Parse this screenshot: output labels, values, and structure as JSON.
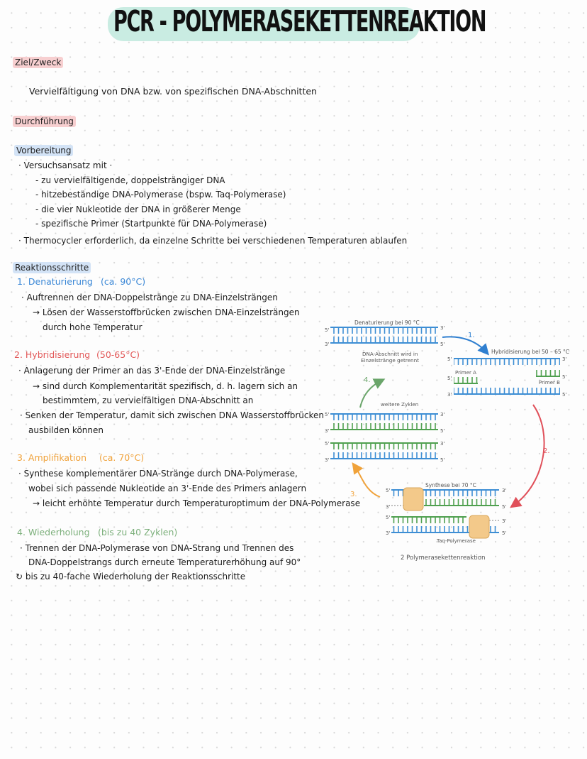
{
  "title": "PCR - POLYMERASEKETTENREAKTION",
  "ziel": {
    "header": "Ziel/Zweck",
    "text": "Vervielfältigung von DNA bzw. von spezifischen DNA-Abschnitten"
  },
  "durchfuehrung": {
    "header": "Durchführung"
  },
  "vorbereitung": {
    "header": "Vorbereitung",
    "item1": "· Versuchsansatz mit ·",
    "sub": [
      "- zu vervielfältigende, doppelsträngiger DNA",
      "- hitzebeständige DNA-Polymerase (bspw. Taq-Polymerase)",
      "- die vier Nukleotide der DNA in größerer Menge",
      "- spezifische Primer (Startpunkte für DNA-Polymerase)"
    ],
    "item2": "· Thermocycler erforderlich, da einzelne Schritte bei verschiedenen Temperaturen ablaufen"
  },
  "reaktion": {
    "header": "Reaktionsschritte",
    "steps": [
      {
        "title": "1. Denaturierung",
        "temp": "(ca. 90°C)",
        "lines": [
          "· Auftrennen der DNA-Doppelstränge zu DNA-Einzelsträngen",
          "→ Lösen der Wasserstoffbrücken zwischen DNA-Einzelsträngen",
          "durch hohe Temperatur"
        ]
      },
      {
        "title": "2. Hybridisierung",
        "temp": "(50-65°C)",
        "lines": [
          "· Anlagerung der Primer an das 3'-Ende der DNA-Einzelstränge",
          "→ sind durch Komplementarität spezifisch, d. h. lagern sich an",
          "bestimmtem, zu vervielfältigen DNA-Abschnitt an",
          "· Senken der Temperatur, damit sich zwischen DNA Wasserstoffbrücken",
          "ausbilden können"
        ]
      },
      {
        "title": "3. Amplifikation",
        "temp": "(ca. 70°C)",
        "lines": [
          "· Synthese komplementärer DNA-Stränge durch DNA-Polymerase,",
          "wobei sich passende Nukleotide an 3'-Ende des Primers anlagern",
          "→ leicht erhöhte Temperatur durch Temperaturoptimum der DNA-Polymerase"
        ]
      },
      {
        "title": "4. Wiederholung",
        "temp": "(bis zu 40 Zyklen)",
        "lines": [
          "· Trennen der DNA-Polymerase von DNA-Strang und Trennen des",
          "DNA-Doppelstrangs durch erneute Temperaturerhöhung auf 90°",
          "↻ bis zu 40-fache Wiederholung der Reaktionsschritte"
        ]
      }
    ]
  },
  "diagram": {
    "denat_label": "Denaturierung bei 90 °C",
    "hybrid_label": "Hybridisierung bei 50 – 65 °C",
    "getrennt_label_1": "DNA-Abschnitt wird in",
    "getrennt_label_2": "Einzelstränge getrennt",
    "primer_a": "Primer A",
    "primer_b": "Primer B",
    "weitere": "weitere Zyklen",
    "synthese_label": "Synthese bei 70 °C",
    "taq_label": "Taq-Polymerase",
    "caption": "2   Polymerasekettenreaktion",
    "five": "5'",
    "three": "3'",
    "step1": "1.",
    "step2": "2.",
    "step3": "3.",
    "step4": "4.",
    "colors": {
      "strand_blue": "#3d8ed4",
      "strand_green": "#4fa04f",
      "arrow_blue": "#2f7fd0",
      "arrow_red": "#e0505a",
      "arrow_orange": "#f0a23a",
      "arrow_green": "#6aa56a",
      "polymerase": "#f3c98a"
    }
  }
}
